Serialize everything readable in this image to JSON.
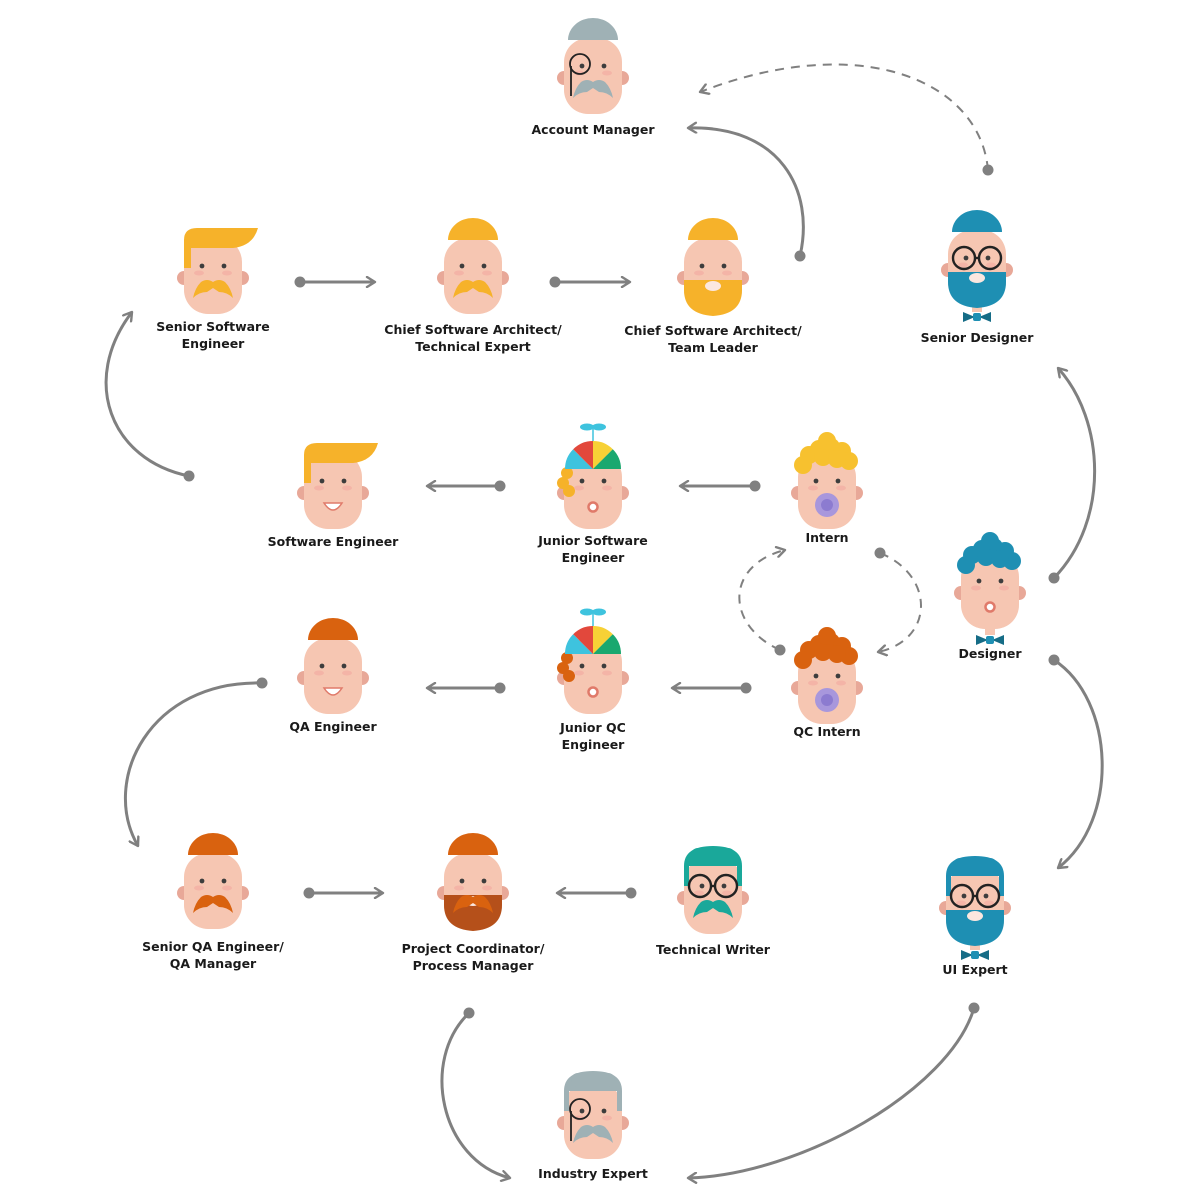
{
  "diagram": {
    "title": "Career path roles",
    "colors": {
      "skin": "#f6c6b2",
      "ear": "#e8a898",
      "cheek": "#f3a9a0",
      "eye": "#3d3d3d",
      "blonde": "#f6b22a",
      "ginger": "#d9620f",
      "beard_ginger": "#b5501a",
      "blue": "#1e8fb3",
      "teal": "#1aa89a",
      "gray_hair": "#9fb1b5",
      "pacifier": "#a897dc",
      "arrow": "#808080",
      "text": "#1a1a1a"
    },
    "nodes": [
      {
        "id": "account_manager",
        "lines": [
          "Account Manager"
        ]
      },
      {
        "id": "senior_software_engineer",
        "lines": [
          "Senior Software",
          "Engineer"
        ]
      },
      {
        "id": "chief_architect_tech_expert",
        "lines": [
          "Chief Software Architect/",
          "Technical Expert"
        ]
      },
      {
        "id": "chief_architect_team_leader",
        "lines": [
          "Chief Software Architect/",
          "Team Leader"
        ]
      },
      {
        "id": "senior_designer",
        "lines": [
          "Senior Designer"
        ]
      },
      {
        "id": "software_engineer",
        "lines": [
          "Software Engineer"
        ]
      },
      {
        "id": "junior_software_engineer",
        "lines": [
          "Junior Software",
          "Engineer"
        ]
      },
      {
        "id": "intern",
        "lines": [
          "Intern"
        ]
      },
      {
        "id": "designer",
        "lines": [
          "Designer"
        ]
      },
      {
        "id": "qa_engineer",
        "lines": [
          "QA Engineer"
        ]
      },
      {
        "id": "junior_qc_engineer",
        "lines": [
          "Junior QC",
          "Engineer"
        ]
      },
      {
        "id": "qc_intern",
        "lines": [
          "QC Intern"
        ]
      },
      {
        "id": "senior_qa_engineer",
        "lines": [
          "Senior QA Engineer/",
          "QA Manager"
        ]
      },
      {
        "id": "project_coordinator",
        "lines": [
          "Project Coordinator/",
          "Process Manager"
        ]
      },
      {
        "id": "technical_writer",
        "lines": [
          "Technical Writer"
        ]
      },
      {
        "id": "ui_expert",
        "lines": [
          "UI Expert"
        ]
      },
      {
        "id": "industry_expert",
        "lines": [
          "Industry Expert"
        ]
      }
    ],
    "edges": [
      {
        "from": "senior_software_engineer",
        "to": "chief_architect_tech_expert",
        "style": "solid"
      },
      {
        "from": "chief_architect_tech_expert",
        "to": "chief_architect_team_leader",
        "style": "solid"
      },
      {
        "from": "chief_architect_team_leader",
        "to": "account_manager",
        "style": "solid"
      },
      {
        "from": "senior_designer",
        "to": "account_manager",
        "style": "dashed"
      },
      {
        "from": "software_engineer",
        "to": "senior_software_engineer",
        "style": "solid"
      },
      {
        "from": "junior_software_engineer",
        "to": "software_engineer",
        "style": "solid"
      },
      {
        "from": "intern",
        "to": "junior_software_engineer",
        "style": "solid"
      },
      {
        "from": "intern",
        "to": "qc_intern",
        "style": "dashed"
      },
      {
        "from": "qc_intern",
        "to": "intern",
        "style": "dashed"
      },
      {
        "from": "designer",
        "to": "senior_designer",
        "style": "solid"
      },
      {
        "from": "designer",
        "to": "ui_expert",
        "style": "solid"
      },
      {
        "from": "junior_qc_engineer",
        "to": "qa_engineer",
        "style": "solid"
      },
      {
        "from": "qc_intern",
        "to": "junior_qc_engineer",
        "style": "solid"
      },
      {
        "from": "qa_engineer",
        "to": "senior_qa_engineer",
        "style": "solid"
      },
      {
        "from": "senior_qa_engineer",
        "to": "project_coordinator",
        "style": "solid"
      },
      {
        "from": "technical_writer",
        "to": "project_coordinator",
        "style": "solid"
      },
      {
        "from": "project_coordinator",
        "to": "industry_expert",
        "style": "solid"
      },
      {
        "from": "ui_expert",
        "to": "industry_expert",
        "style": "solid"
      }
    ]
  }
}
